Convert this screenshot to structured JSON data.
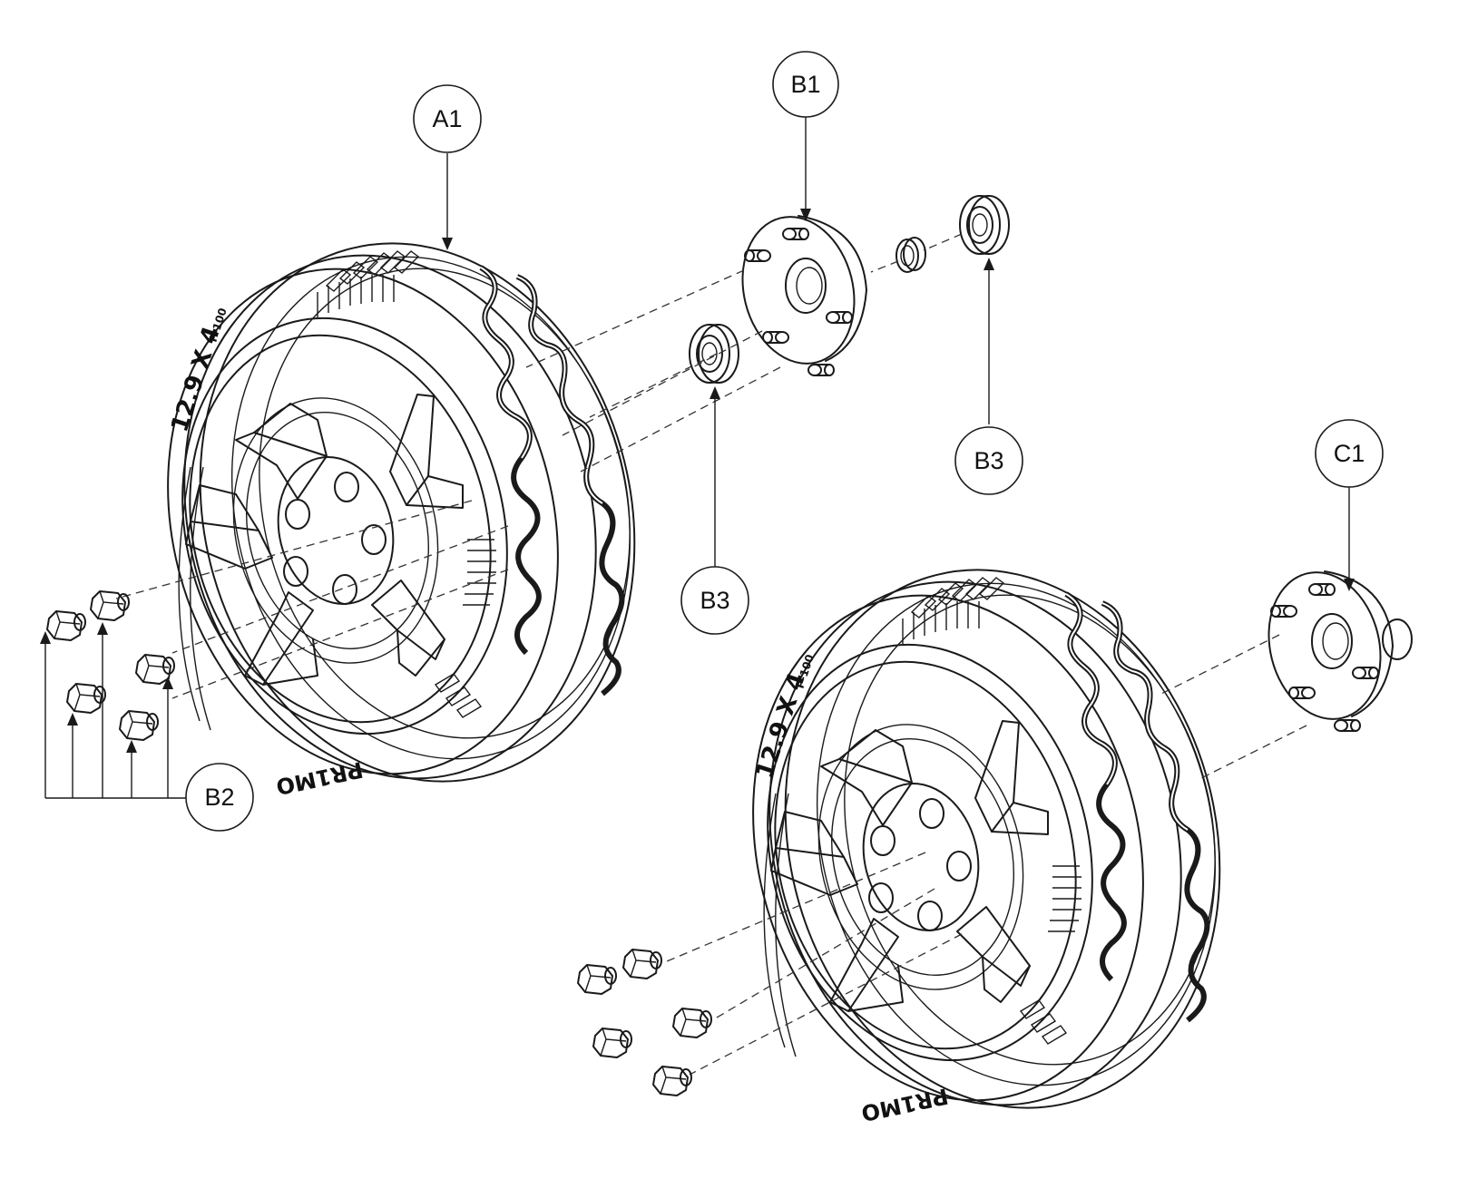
{
  "diagram": {
    "callouts": [
      {
        "id": "A1",
        "label": "A1"
      },
      {
        "id": "B1",
        "label": "B1"
      },
      {
        "id": "B3_top",
        "label": "B3"
      },
      {
        "id": "B3_mid",
        "label": "B3"
      },
      {
        "id": "C1",
        "label": "C1"
      },
      {
        "id": "B2",
        "label": "B2"
      }
    ],
    "tire_markings": {
      "size": "12.9 X 4",
      "brand": "PR1MO",
      "code": "P-100"
    }
  }
}
